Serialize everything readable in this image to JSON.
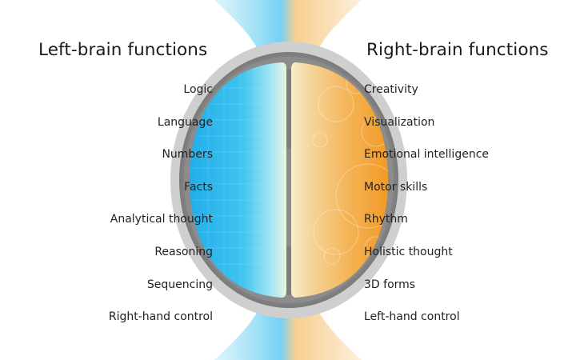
{
  "left": {
    "heading": "Left-brain functions",
    "items": [
      "Logic",
      "Language",
      "Numbers",
      "Facts",
      "Analytical thought",
      "Reasoning",
      "Sequencing",
      "Right-hand control"
    ]
  },
  "right": {
    "heading": "Right-brain functions",
    "items": [
      "Creativity",
      "Visualization",
      "Emotional intelligence",
      "Motor skills",
      "Rhythm",
      "Holistic thought",
      "3D forms",
      "Left-hand control"
    ]
  },
  "colors": {
    "left_hemisphere": "#29b6ee",
    "right_hemisphere": "#f4a93c",
    "outer_ring": "#cdcdcd",
    "inner_rim": "#868686"
  }
}
